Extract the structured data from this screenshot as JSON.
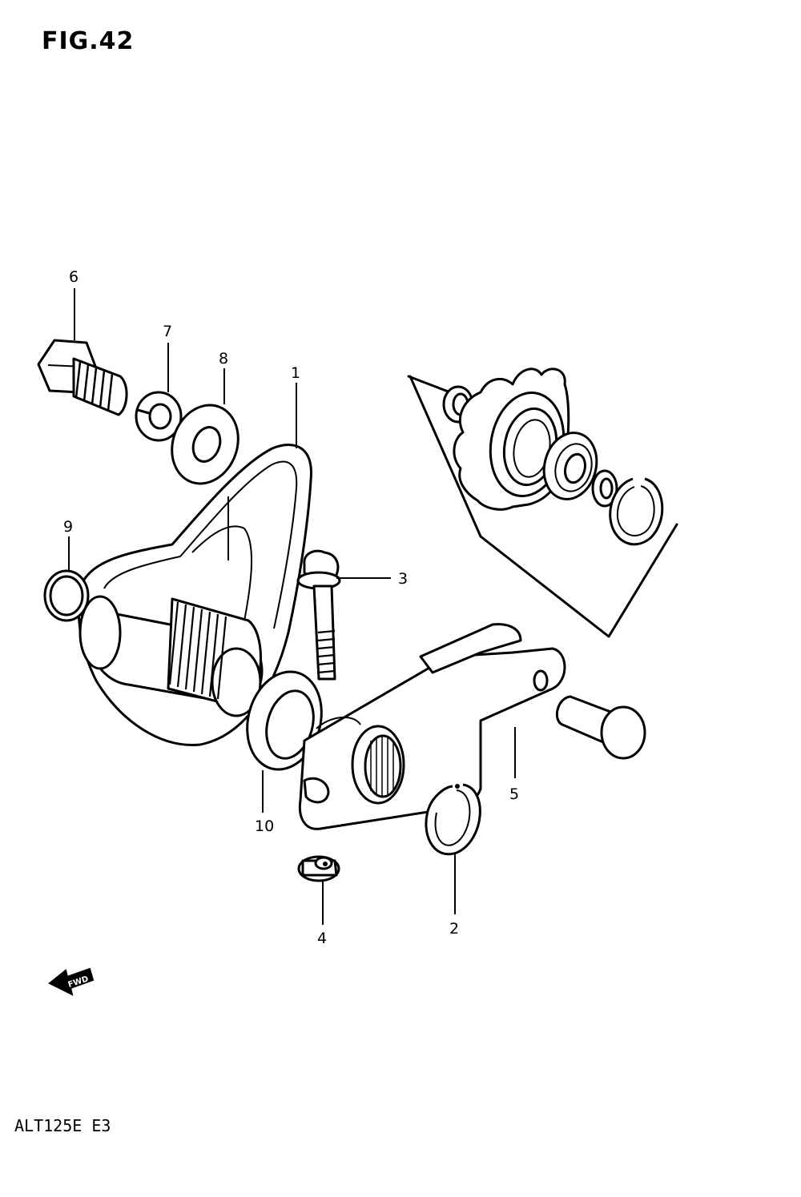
{
  "figure": {
    "title": "FIG.42",
    "model": "ALT125E  E3",
    "direction_tag": "FWD"
  },
  "callouts": [
    {
      "id": "c1",
      "label": "1"
    },
    {
      "id": "c2",
      "label": "2"
    },
    {
      "id": "c3",
      "label": "3"
    },
    {
      "id": "c4",
      "label": "4"
    },
    {
      "id": "c5",
      "label": "5"
    },
    {
      "id": "c6",
      "label": "6"
    },
    {
      "id": "c7",
      "label": "7"
    },
    {
      "id": "c8",
      "label": "8"
    },
    {
      "id": "c9",
      "label": "9"
    },
    {
      "id": "c10",
      "label": "10"
    }
  ]
}
